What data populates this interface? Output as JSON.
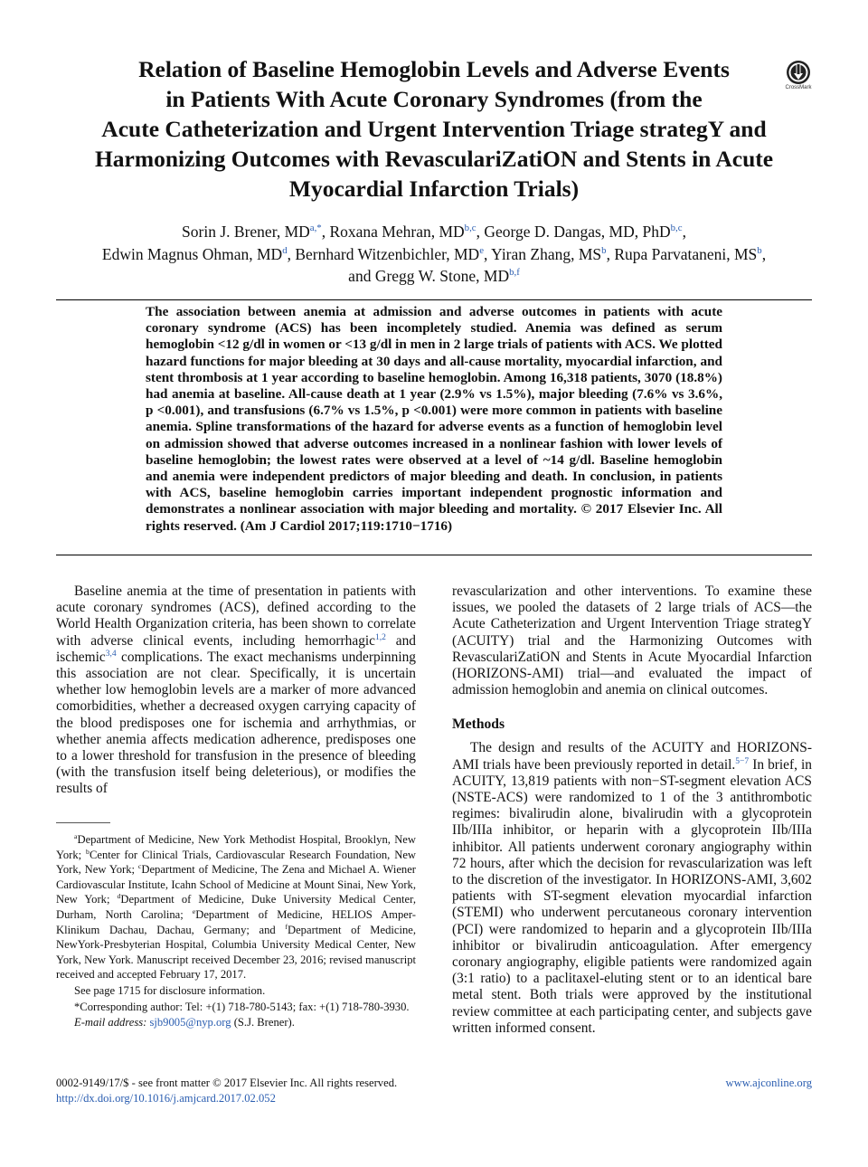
{
  "title_lines": [
    "Relation of Baseline Hemoglobin Levels and Adverse Events",
    "in Patients With Acute Coronary Syndromes (from the",
    "Acute Catheterization and Urgent Intervention Triage strategY and",
    "Harmonizing Outcomes with RevasculariZatiON and Stents in Acute",
    "Myocardial Infarction Trials)"
  ],
  "crossmark": {
    "label": "CrossMark",
    "icon": "crossmark-icon",
    "color": "#222222"
  },
  "authors": [
    {
      "name": "Sorin J. Brener, MD",
      "sup": "a,*",
      "sep": ", "
    },
    {
      "name": "Roxana Mehran, MD",
      "sup": "b,c",
      "sep": ", "
    },
    {
      "name": "George D. Dangas, MD, PhD",
      "sup": "b,c",
      "sep": ","
    },
    {
      "name": "Edwin Magnus Ohman, MD",
      "sup": "d",
      "sep": ", "
    },
    {
      "name": "Bernhard Witzenbichler, MD",
      "sup": "e",
      "sep": ", "
    },
    {
      "name": "Yiran Zhang, MS",
      "sup": "b",
      "sep": ", "
    },
    {
      "name": "Rupa Parvataneni, MS",
      "sup": "b",
      "sep": ","
    },
    {
      "name": "and Gregg W. Stone, MD",
      "sup": "b,f",
      "sep": ""
    }
  ],
  "abstract": "The association between anemia at admission and adverse outcomes in patients with acute coronary syndrome (ACS) has been incompletely studied. Anemia was defined as serum hemoglobin <12 g/dl in women or <13 g/dl in men in 2 large trials of patients with ACS. We plotted hazard functions for major bleeding at 30 days and all-cause mortality, myocardial infarction, and stent thrombosis at 1 year according to baseline hemoglobin. Among 16,318 patients, 3070 (18.8%) had anemia at baseline. All-cause death at 1 year (2.9% vs 1.5%), major bleeding (7.6% vs 3.6%, p <0.001), and transfusions (6.7% vs 1.5%, p <0.001) were more common in patients with baseline anemia. Spline transformations of the hazard for adverse events as a function of hemoglobin level on admission showed that adverse outcomes increased in a nonlinear fashion with lower levels of baseline hemoglobin; the lowest rates were observed at a level of ~14 g/dl. Baseline hemoglobin and anemia were independent predictors of major bleeding and death. In conclusion, in patients with ACS, baseline hemoglobin carries important independent prognostic information and demonstrates a nonlinear association with major bleeding and mortality.   © 2017 Elsevier Inc. All rights reserved. (Am J Cardiol 2017;119:1710−1716)",
  "left_col": {
    "p1_a": "Baseline anemia at the time of presentation in patients with acute coronary syndromes (ACS), defined according to the World Health Organization criteria, has been shown to correlate with adverse clinical events, including hemorrhagic",
    "p1_ref1": "1,2",
    "p1_b": " and ischemic",
    "p1_ref2": "3,4",
    "p1_c": " complications. The exact mechanisms underpinning this association are not clear. Specifically, it is uncertain whether low hemoglobin levels are a marker of more advanced comorbidities, whether a decreased oxygen carrying capacity of the blood predisposes one for ischemia and arrhythmias, or whether anemia affects medication adherence, predisposes one to a lower threshold for transfusion in the presence of bleeding (with the transfusion itself being deleterious), or modifies the results of"
  },
  "right_col": {
    "p1": "revascularization and other interventions. To examine these issues, we pooled the datasets of 2 large trials of ACS—the Acute Catheterization and Urgent Intervention Triage strategY (ACUITY) trial and the Harmonizing Outcomes with RevasculariZatiON and Stents in Acute Myocardial Infarction (HORIZONS-AMI) trial—and evaluated the impact of admission hemoglobin and anemia on clinical outcomes.",
    "heading": "Methods",
    "p2_a": "The design and results of the ACUITY and HORIZONS-AMI trials have been previously reported in detail.",
    "p2_ref": "5−7",
    "p2_b": " In brief, in ACUITY, 13,819 patients with non−ST-segment elevation ACS (NSTE-ACS) were randomized to 1 of the 3 antithrombotic regimes: bivalirudin alone, bivalirudin with a glycoprotein IIb/IIIa inhibitor, or heparin with a glycoprotein IIb/IIIa inhibitor. All patients underwent coronary angiography within 72 hours, after which the decision for revascularization was left to the discretion of the investigator. In HORIZONS-AMI, 3,602 patients with ST-segment elevation myocardial infarction (STEMI) who underwent percutaneous coronary intervention (PCI) were randomized to heparin and a glycoprotein IIb/IIIa inhibitor or bivalirudin anticoagulation. After emergency coronary angiography, eligible patients were randomized again (3:1 ratio) to a paclitaxel-eluting stent or to an identical bare metal stent. Both trials were approved by the institutional review committee at each participating center, and subjects gave written informed consent."
  },
  "footnotes": {
    "affil": [
      {
        "sup": "a",
        "text": "Department of Medicine, New York Methodist Hospital, Brooklyn, New York; "
      },
      {
        "sup": "b",
        "text": "Center for Clinical Trials, Cardiovascular Research Foundation, New York, New York; "
      },
      {
        "sup": "c",
        "text": "Department of Medicine, The Zena and Michael A. Wiener Cardiovascular Institute, Icahn School of Medicine at Mount Sinai, New York, New York; "
      },
      {
        "sup": "d",
        "text": "Department of Medicine, Duke University Medical Center, Durham, North Carolina; "
      },
      {
        "sup": "e",
        "text": "Department of Medicine, HELIOS Amper-Klinikum Dachau, Dachau, Germany; and "
      },
      {
        "sup": "f",
        "text": "Department of Medicine, NewYork-Presbyterian Hospital, Columbia University Medical Center, New York, New York. Manuscript received December 23, 2016; revised manuscript received and accepted February 17, 2017."
      }
    ],
    "disclosure": "See page 1715 for disclosure information.",
    "corresponding": "*Corresponding author: Tel: +(1) 718-780-5143; fax: +(1) 718-780-3930.",
    "email_label": "E-mail address: ",
    "email": "sjb9005@nyp.org",
    "email_suffix": " (S.J. Brener)."
  },
  "footer": {
    "issn": "0002-9149/17/$ - see front matter © 2017 Elsevier Inc. All rights reserved.",
    "doi": "http://dx.doi.org/10.1016/j.amjcard.2017.02.052",
    "website": "www.ajconline.org"
  }
}
